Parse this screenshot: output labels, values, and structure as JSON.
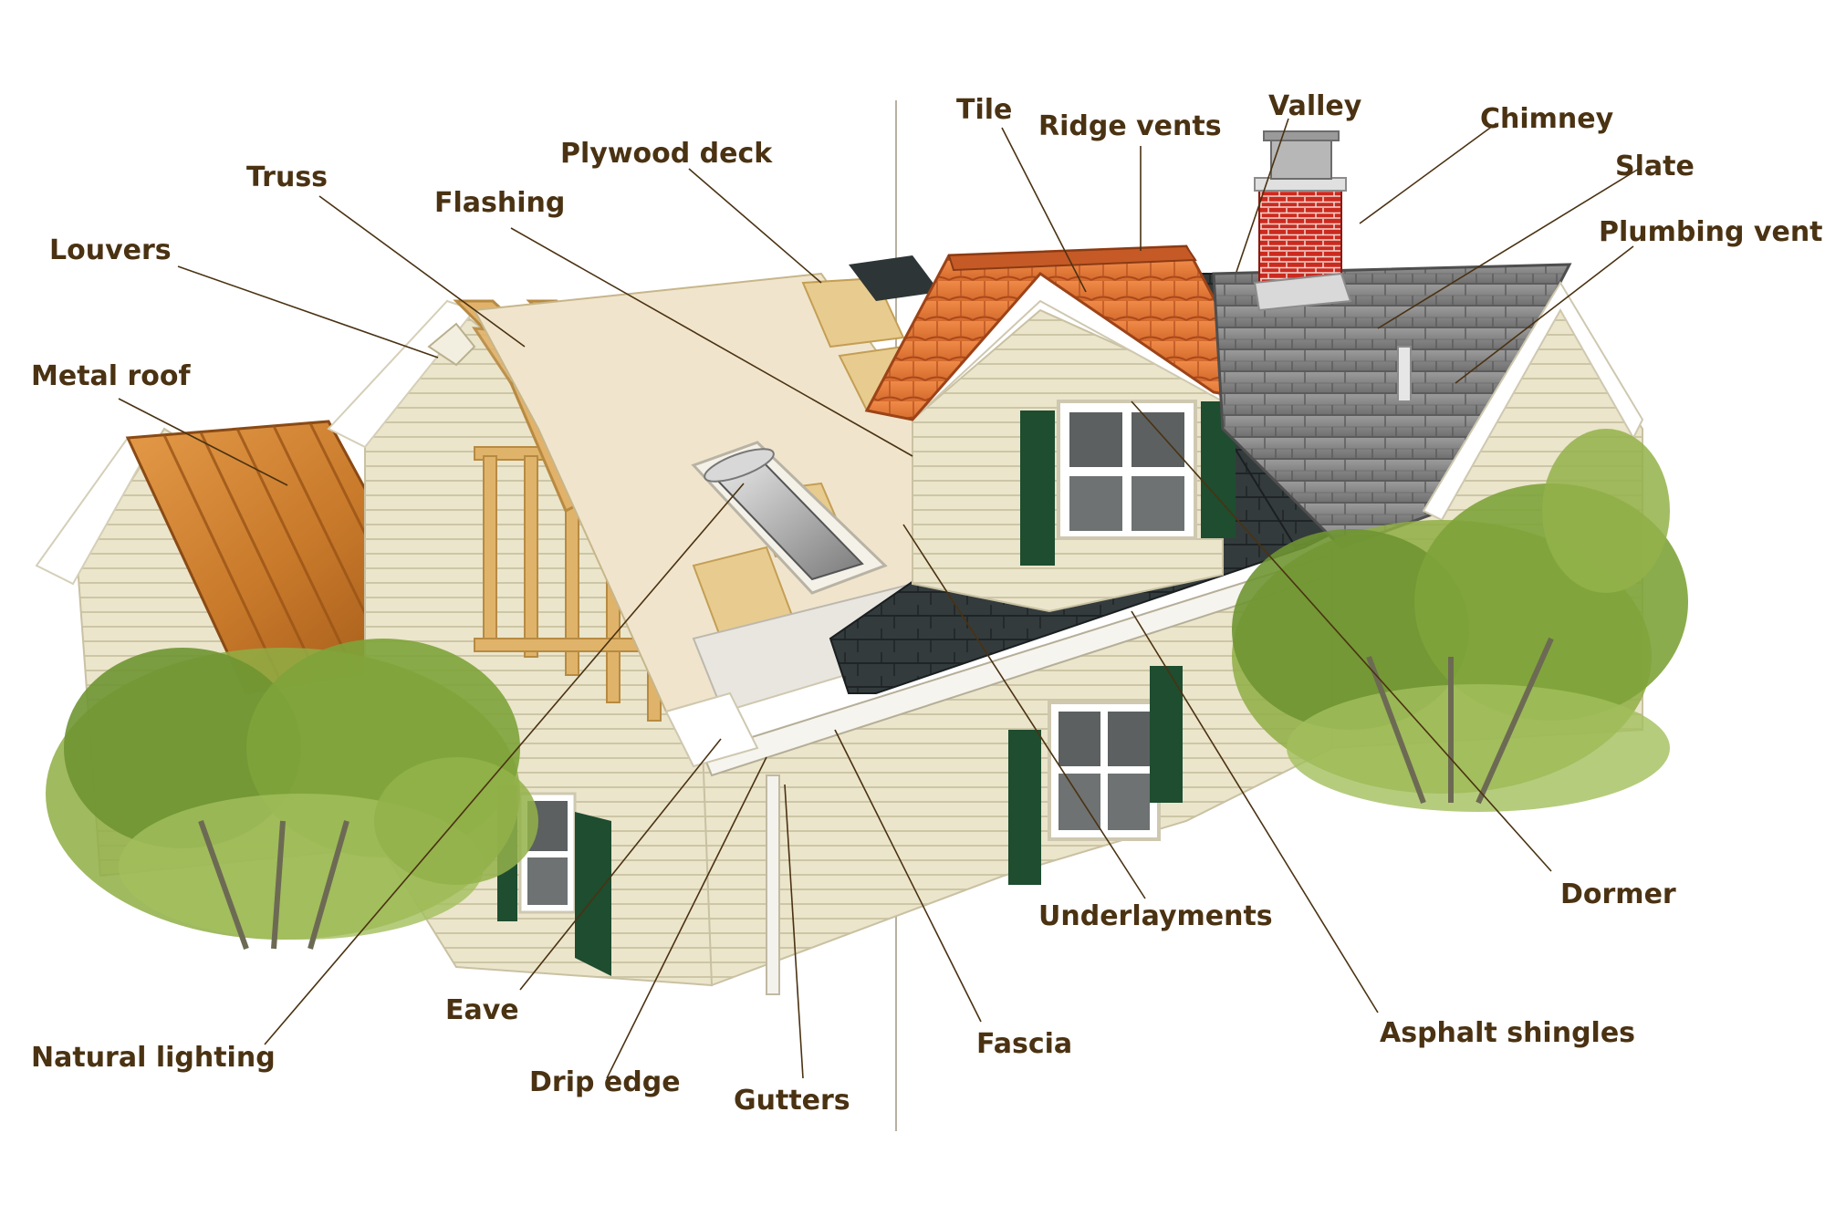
{
  "labels": {
    "tile": "Tile",
    "ridge_vents": "Ridge vents",
    "valley": "Valley",
    "chimney": "Chimney",
    "slate": "Slate",
    "plumbing_vent": "Plumbing vent",
    "plywood_deck": "Plywood deck",
    "truss": "Truss",
    "flashing": "Flashing",
    "louvers": "Louvers",
    "metal_roof": "Metal roof",
    "natural_lighting": "Natural lighting",
    "eave": "Eave",
    "drip_edge": "Drip edge",
    "gutters": "Gutters",
    "fascia": "Fascia",
    "underlayments": "Underlayments",
    "asphalt_shingles": "Asphalt shingles",
    "dormer": "Dormer"
  },
  "colors": {
    "label_text": "#4a3212",
    "leader_line": "#4a3212",
    "siding": "#e8e2c8",
    "trim": "#ffffff",
    "metal_roof": "#c8792a",
    "clay_tile": "#e07a3c",
    "slate": "#8a8a8a",
    "asphalt": "#2e3536",
    "plywood": "#e6c98c",
    "truss_wood": "#d9a85a",
    "chimney_brick": "#c8281e",
    "shutter": "#1e4d30",
    "foliage": "#7ea33a"
  }
}
